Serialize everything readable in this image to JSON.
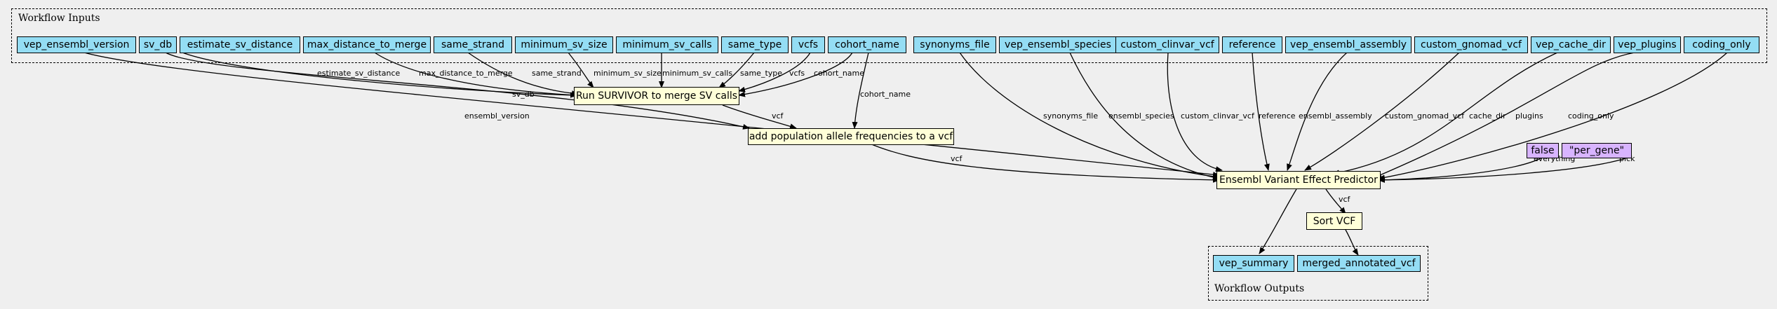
{
  "clusters": {
    "inputs_label": "Workflow Inputs",
    "outputs_label": "Workflow Outputs"
  },
  "colors": {
    "input_fill": "#94ddf4",
    "step_fill": "#ffffd8",
    "param_fill": "#d8b4ff",
    "background": "#efefef"
  },
  "nodes": {
    "vep_ensembl_version": "vep_ensembl_version",
    "sv_db": "sv_db",
    "estimate_sv_distance": "estimate_sv_distance",
    "max_distance_to_merge": "max_distance_to_merge",
    "same_strand": "same_strand",
    "minimum_sv_size": "minimum_sv_size",
    "minimum_sv_calls": "minimum_sv_calls",
    "same_type": "same_type",
    "vcfs": "vcfs",
    "cohort_name": "cohort_name",
    "synonyms_file": "synonyms_file",
    "vep_ensembl_species": "vep_ensembl_species",
    "custom_clinvar_vcf": "custom_clinvar_vcf",
    "reference": "reference",
    "vep_ensembl_assembly": "vep_ensembl_assembly",
    "custom_gnomad_vcf": "custom_gnomad_vcf",
    "vep_cache_dir": "vep_cache_dir",
    "vep_plugins": "vep_plugins",
    "coding_only": "coding_only",
    "survivor": "Run SURVIVOR to merge SV calls",
    "add_af": "add population allele frequencies to a vcf",
    "vep": "Ensembl Variant Effect Predictor",
    "sort_vcf": "Sort VCF",
    "false_param": "false",
    "per_gene_param": "\"per_gene\"",
    "vep_summary": "vep_summary",
    "merged_annotated_vcf": "merged_annotated_vcf"
  },
  "edges": {
    "estimate_sv_distance": "estimate_sv_distance",
    "max_distance_to_merge": "max_distance_to_merge",
    "same_strand": "same_strand",
    "minimum_sv_size": "minimum_sv_size",
    "minimum_sv_calls": "minimum_sv_calls",
    "same_type": "same_type",
    "vcfs": "vcfs",
    "cohort_name_survivor": "cohort_name",
    "sv_db": "sv_db",
    "cohort_name_af": "cohort_name",
    "survivor_vcf": "vcf",
    "ensembl_version": "ensembl_version",
    "synonyms_file": "synonyms_file",
    "ensembl_species": "ensembl_species",
    "custom_clinvar_vcf": "custom_clinvar_vcf",
    "reference": "reference",
    "ensembl_assembly": "ensembl_assembly",
    "custom_gnomad_vcf": "custom_gnomad_vcf",
    "cache_dir": "cache_dir",
    "plugins": "plugins",
    "coding_only": "coding_only",
    "af_vcf": "vcf",
    "everything": "everything",
    "pick": "pick",
    "vep_vcf": "vcf"
  }
}
